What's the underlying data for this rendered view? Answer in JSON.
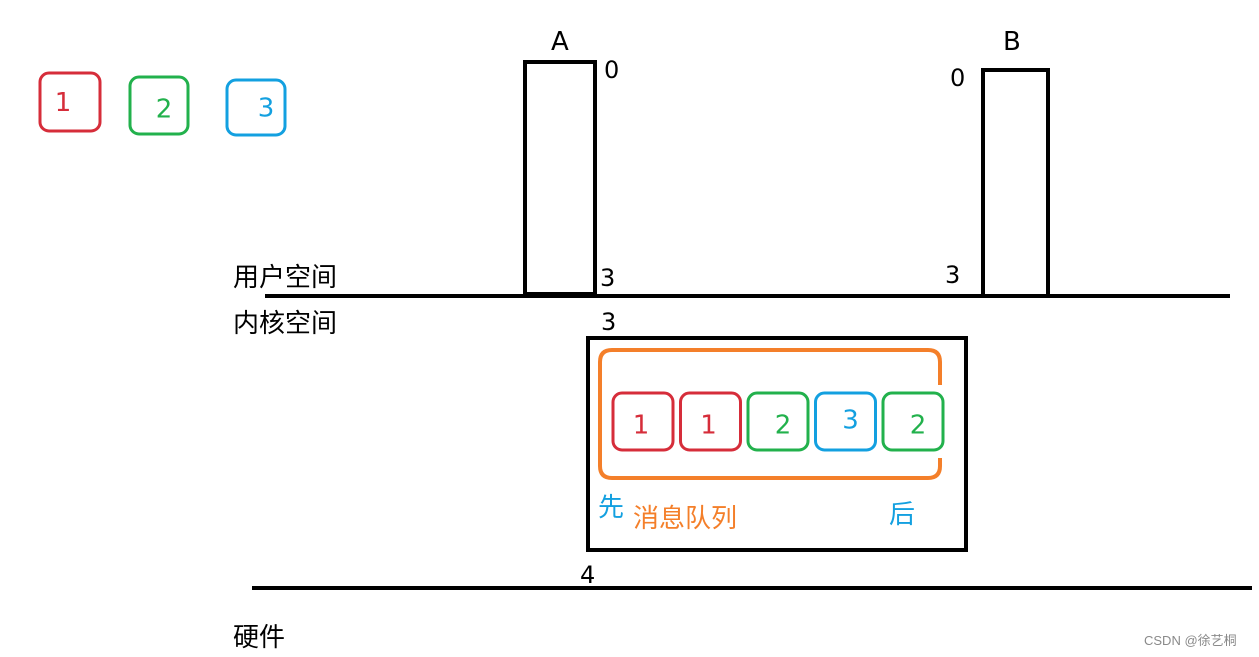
{
  "colors": {
    "red": "#d62d3a",
    "green": "#22b14c",
    "blue": "#13a0e0",
    "orange": "#f47f2a",
    "black": "#000000"
  },
  "legend": [
    {
      "label": "1",
      "color": "red"
    },
    {
      "label": "2",
      "color": "green"
    },
    {
      "label": "3",
      "color": "blue"
    }
  ],
  "process_a": {
    "name": "A",
    "top_label": "0",
    "bottom_label": "3"
  },
  "process_b": {
    "name": "B",
    "top_label": "0",
    "bottom_label": "3"
  },
  "regions": {
    "user_space": "用户空间",
    "kernel_space": "内核空间",
    "hardware": "硬件"
  },
  "kernel_box": {
    "top_label": "3",
    "bottom_label": "4"
  },
  "queue": {
    "title": "消息队列",
    "front_label": "先",
    "back_label": "后",
    "messages": [
      {
        "label": "1",
        "color": "red"
      },
      {
        "label": "1",
        "color": "red"
      },
      {
        "label": "2",
        "color": "green"
      },
      {
        "label": "3",
        "color": "blue"
      },
      {
        "label": "2",
        "color": "green"
      }
    ]
  },
  "watermark": "CSDN @徐艺桐"
}
